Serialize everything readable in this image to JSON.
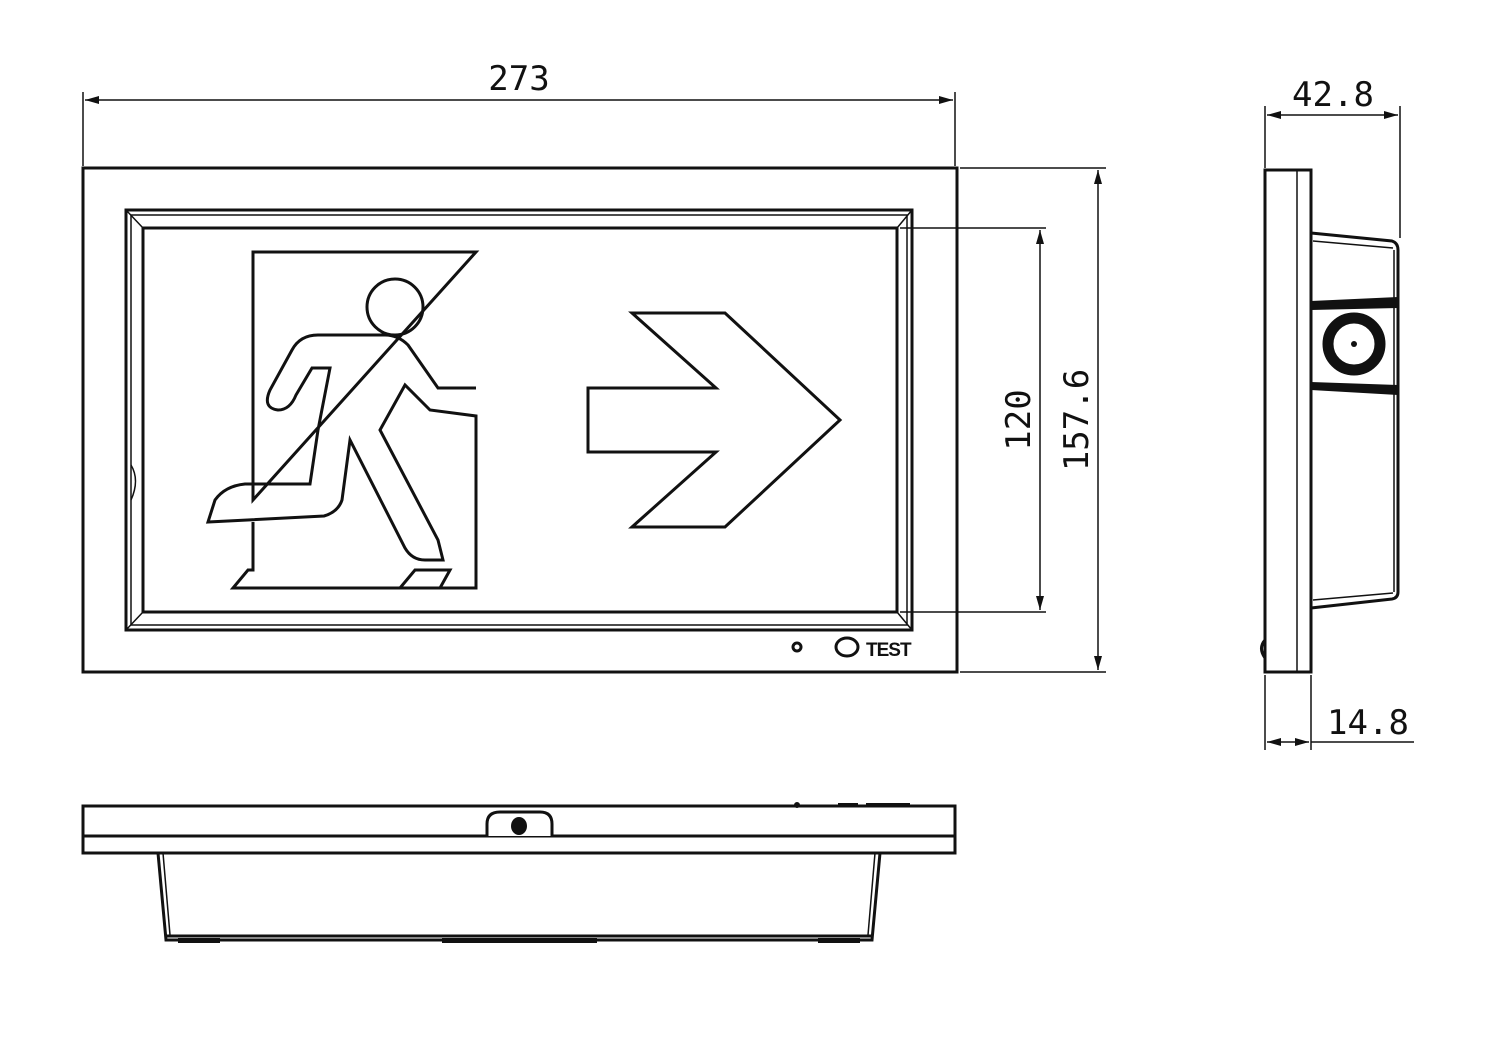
{
  "drawing": {
    "title": "Exit sign dimension drawing",
    "dimensions": {
      "width": "273",
      "depth": "42.8",
      "window_height": "120",
      "height": "157.6",
      "plate_thickness": "14.8"
    },
    "front_panel": {
      "test_button_label": "TEST"
    }
  }
}
